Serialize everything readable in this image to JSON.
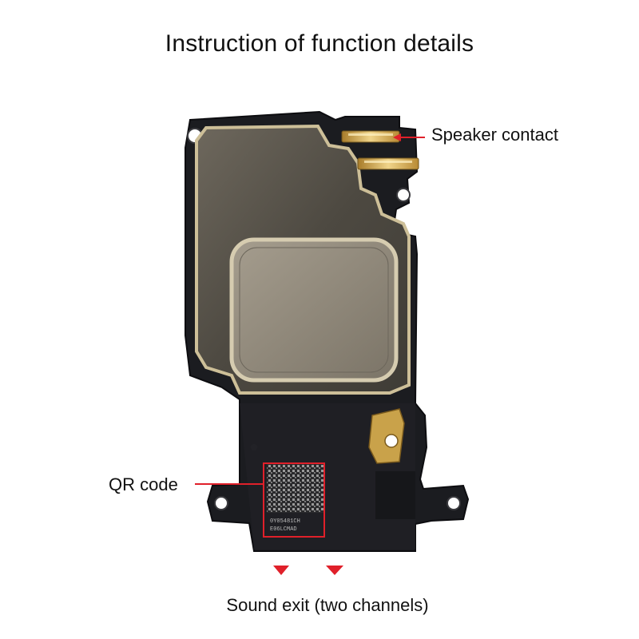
{
  "title": "Instruction of function details",
  "callouts": {
    "speaker_contact": "Speaker contact",
    "qr_code": "QR code",
    "sound_exit": "Sound exit (two channels)"
  },
  "chip_text": {
    "line1": "0Y05481CH",
    "line2": "E06LCMAD"
  },
  "colors": {
    "accent": "#e0202a",
    "body": "#1b1c20",
    "plate": "#5a554c",
    "foil": "#8e877a",
    "contact": "#c9a24a"
  }
}
